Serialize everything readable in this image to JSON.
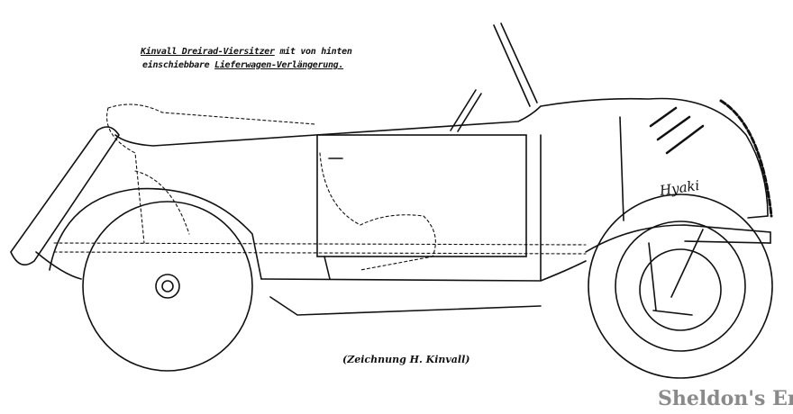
{
  "heading": {
    "line1_underlined": "Kinvall Dreirad-Viersitzer",
    "line1_rest": " mit von hinten",
    "line2_start": "einschiebbare ",
    "line2_underlined": "Lieferwagen-Verlängerung."
  },
  "caption": "(Zeichnung H. Kinvall)",
  "brand_script": "Hyaki",
  "watermark": "Sheldon's Emu",
  "colors": {
    "ink": "#111111",
    "watermark": "#8a8a8a"
  }
}
